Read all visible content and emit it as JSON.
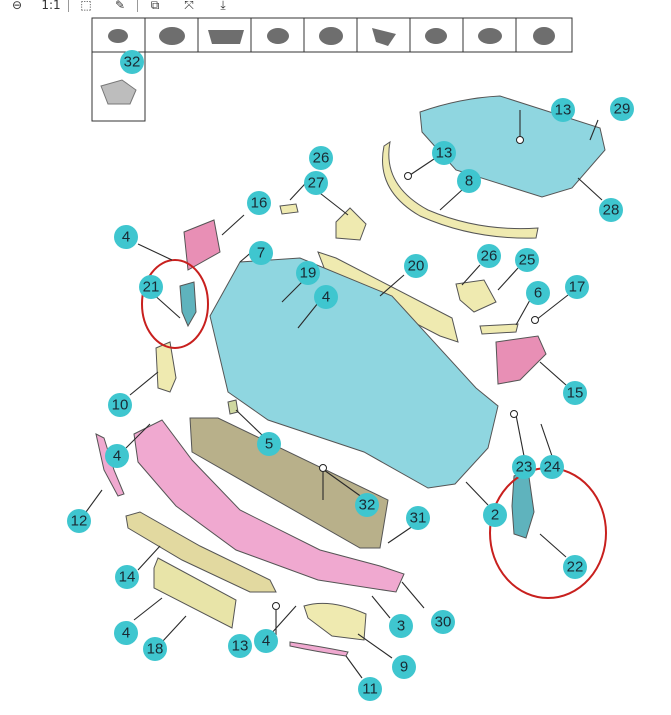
{
  "toolbar": {
    "buttons": [
      {
        "name": "zoom-out-icon",
        "glyph": "⊖"
      },
      {
        "name": "actual-size-icon",
        "glyph": "1:1"
      },
      {
        "name": "crop-icon",
        "glyph": "⬚"
      },
      {
        "name": "edit-icon",
        "glyph": "✎"
      },
      {
        "name": "copy-icon",
        "glyph": "⧉"
      },
      {
        "name": "fit-screen-icon",
        "glyph": "⤧"
      },
      {
        "name": "download-icon",
        "glyph": "⤓"
      }
    ]
  },
  "thumbnail_label": "32",
  "callouts": {
    "c2": "2",
    "c3": "3",
    "c4a": "4",
    "c4b": "4",
    "c4c": "4",
    "c4d": "4",
    "c4e": "4",
    "c5": "5",
    "c6": "6",
    "c7": "7",
    "c8": "8",
    "c9": "9",
    "c10": "10",
    "c11": "11",
    "c12": "12",
    "c13a": "13",
    "c13b": "13",
    "c13c": "13",
    "c14": "14",
    "c15": "15",
    "c16": "16",
    "c17": "17",
    "c18": "18",
    "c19": "19",
    "c20": "20",
    "c21": "21",
    "c22": "22",
    "c23": "23",
    "c24": "24",
    "c25": "25",
    "c26a": "26",
    "c26b": "26",
    "c27": "27",
    "c28": "28",
    "c29": "29",
    "c30": "30",
    "c31": "31",
    "c32": "32"
  },
  "colors": {
    "callout": "#3fc6cf",
    "bumper": "#8fd6e0",
    "lower_trim": "#f0a9d0",
    "bracket_yellow": "#efeab0",
    "highlight_ring": "#c8201e"
  }
}
